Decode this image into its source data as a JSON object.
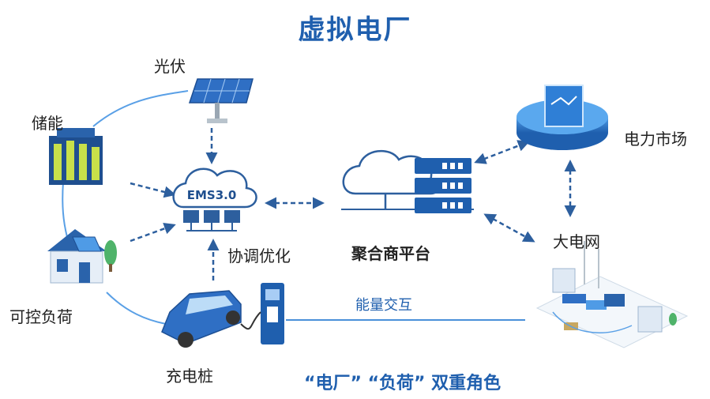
{
  "title": "虚拟电厂",
  "nodes": {
    "pv": "光伏",
    "storage": "储能",
    "load": "可控负荷",
    "charger": "充电桩",
    "ems": "EMS3.0",
    "ems_caption": "协调优化",
    "aggregator": "聚合商平台",
    "market": "电力市场",
    "grid": "大电网"
  },
  "edge_labels": {
    "energy_exchange": "能量交互"
  },
  "footer": "“电厂”  “负荷”  双重角色",
  "colors": {
    "primary": "#1f5fae",
    "line": "#4a90d9",
    "arrow": "#2d5f9e",
    "accent": "#c8e04a"
  }
}
